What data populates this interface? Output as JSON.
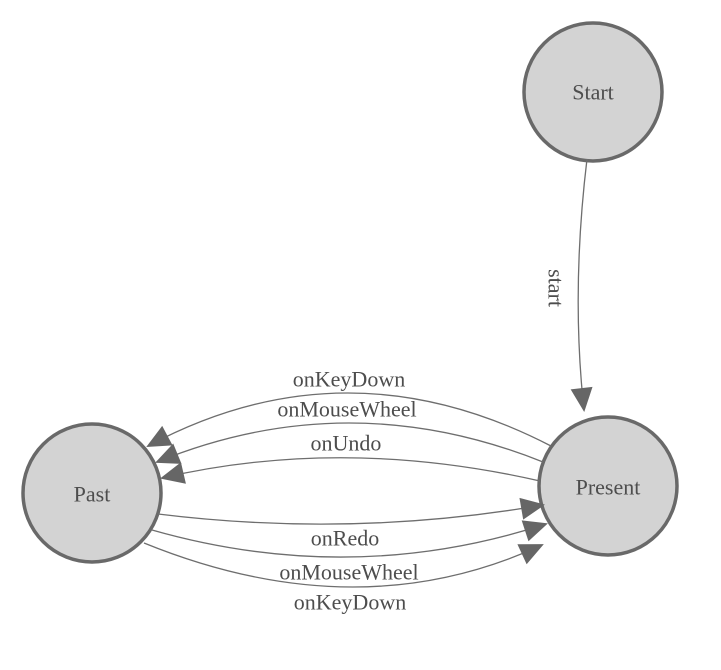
{
  "diagram": {
    "type": "state-machine",
    "nodes": [
      {
        "id": "start",
        "label": "Start"
      },
      {
        "id": "present",
        "label": "Present"
      },
      {
        "id": "past",
        "label": "Past"
      }
    ],
    "edges": [
      {
        "from": "Start",
        "to": "Present",
        "label": "start"
      },
      {
        "from": "Present",
        "to": "Past",
        "label": "onKeyDown"
      },
      {
        "from": "Present",
        "to": "Past",
        "label": "onMouseWheel"
      },
      {
        "from": "Present",
        "to": "Past",
        "label": "onUndo"
      },
      {
        "from": "Past",
        "to": "Present",
        "label": "onRedo"
      },
      {
        "from": "Past",
        "to": "Present",
        "label": "onMouseWheel"
      },
      {
        "from": "Past",
        "to": "Present",
        "label": "onKeyDown"
      }
    ],
    "colors": {
      "background": "#ffffff",
      "node_fill": "#d3d3d3",
      "node_stroke": "#696969",
      "edge_stroke": "#6e6e6e",
      "arrow_fill": "#666666",
      "text": "#4d4d4d"
    }
  }
}
